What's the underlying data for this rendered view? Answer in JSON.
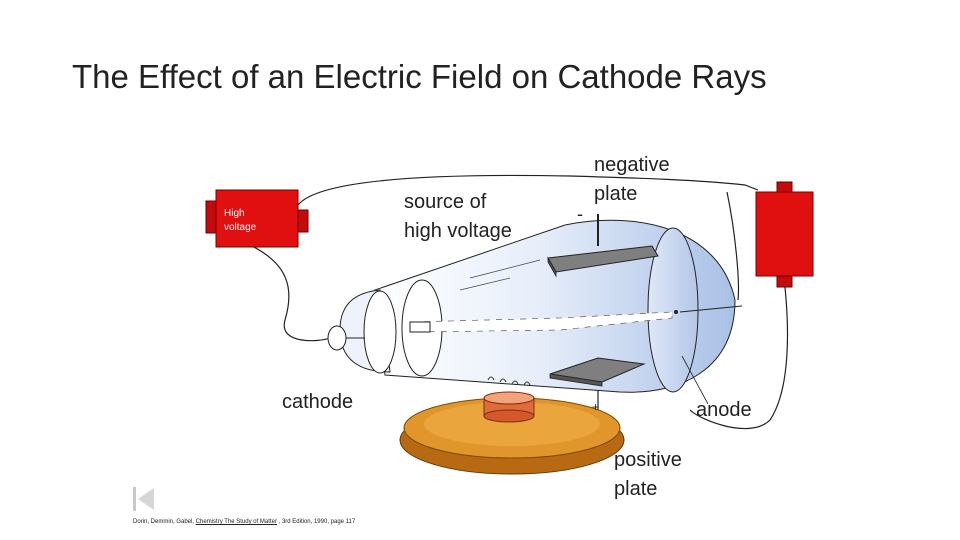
{
  "title": "The Effect of an Electric Field on Cathode Rays",
  "labels": {
    "source": [
      "source of",
      "high voltage"
    ],
    "negative_plate": [
      "negative",
      "plate"
    ],
    "cathode": "cathode",
    "anode": "anode",
    "positive_plate": [
      "positive",
      "plate"
    ],
    "high_voltage_box": [
      "High",
      "voltage"
    ],
    "minus_sign": "-",
    "plus_sign": "+"
  },
  "citation": {
    "authors": "Dorin, Demmin, Gabel, ",
    "book": "Chemistry The Study of Matter",
    "rest": " , 3rd Edition, 1990, page 117"
  },
  "colors": {
    "battery_red": "#e01010",
    "tube_blue": "#b9cdea",
    "burner_orange": "#e0962a"
  },
  "icons": [
    "previous-slide-icon"
  ]
}
